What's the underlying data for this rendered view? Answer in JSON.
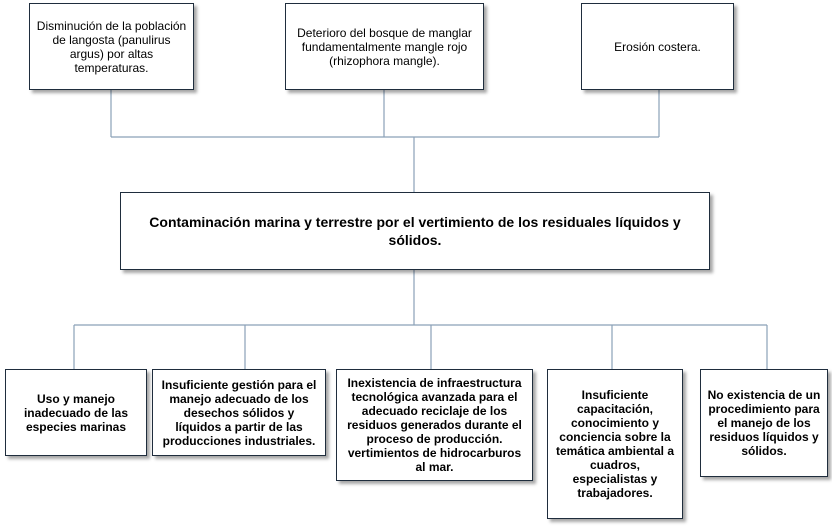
{
  "effects": [
    "Disminución de la población de langosta (panulirus argus) por altas temperaturas.",
    "Deterioro del bosque de manglar fundamentalmente mangle rojo (rhizophora mangle).",
    "Erosión costera."
  ],
  "problem": "Contaminación marina y terrestre por el vertimiento de los residuales líquidos y sólidos.",
  "causes": [
    "Uso y manejo inadecuado de las especies marinas",
    "Insuficiente gestión para el manejo adecuado de los desechos sólidos y líquidos a partir de las producciones industriales.",
    "Inexistencia de infraestructura tecnológica avanzada para el adecuado reciclaje de los residuos generados durante el proceso de producción. vertimientos de hidrocarburos al mar.",
    "Insuficiente capacitación, conocimiento y conciencia sobre la temática ambiental a cuadros, especialistas y trabajadores.",
    "No existencia de un procedimiento para el manejo de los residuos líquidos y sólidos."
  ],
  "colors": {
    "connector": "#8aa1b8",
    "border": "#1f2d3d"
  }
}
